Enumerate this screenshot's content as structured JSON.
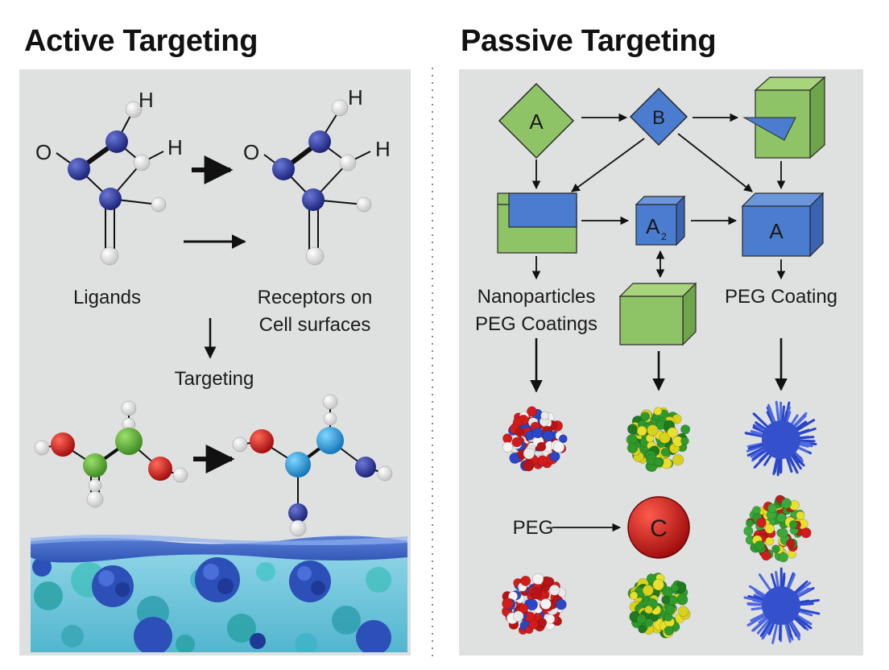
{
  "left": {
    "title": "Active Targeting",
    "molecule_atoms": {
      "h": "H",
      "o": "O"
    },
    "labels": {
      "ligands": "Ligands",
      "receptors_line1": "Receptors on",
      "receptors_line2": "Cell surfaces",
      "targeting": "Targeting"
    }
  },
  "right": {
    "title": "Passive Targeting",
    "nodes": {
      "a": "A",
      "b": "B",
      "a2": "A",
      "a2_sub": "2",
      "a_cube": "A",
      "c": "C"
    },
    "labels": {
      "nanoparticles": "Nanoparticles",
      "peg_coatings": "PEG Coatings",
      "peg_coating": "PEG Coating",
      "peg": "PEG"
    }
  },
  "colors": {
    "panel_bg": "#dfe0e0",
    "blue_atom": "#2a3590",
    "green_shape": "#8fc466",
    "blue_shape": "#4a7ccf",
    "red_sphere": "#d21c1c"
  }
}
